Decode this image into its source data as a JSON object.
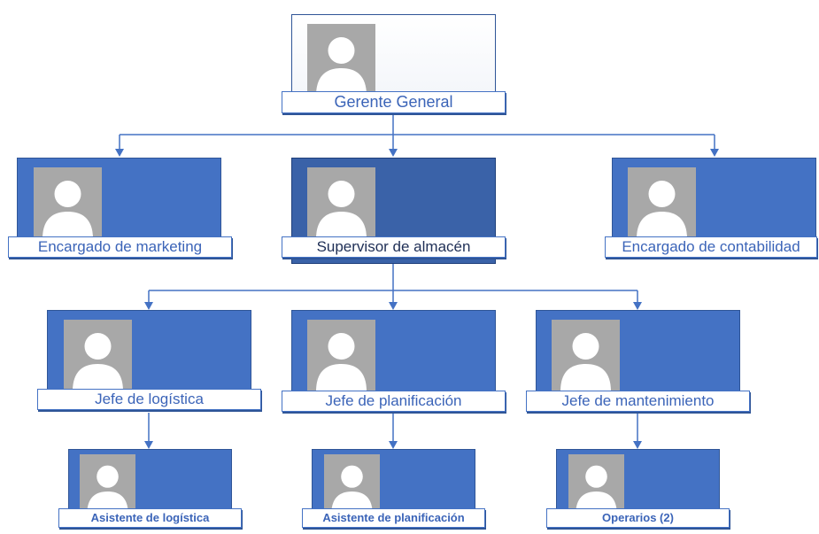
{
  "org_chart": {
    "root": {
      "title": "Gerente General"
    },
    "level1": [
      {
        "title": "Encargado de marketing"
      },
      {
        "title": "Supervisor de almacén"
      },
      {
        "title": "Encargado de contabilidad"
      }
    ],
    "level2": [
      {
        "title": "Jefe de logística"
      },
      {
        "title": "Jefe de planificación"
      },
      {
        "title": "Jefe de mantenimiento"
      }
    ],
    "level3": [
      {
        "title": "Asistente de logística"
      },
      {
        "title": "Asistente de planificación"
      },
      {
        "title": "Operarios (2)"
      }
    ]
  },
  "colors": {
    "card": "#4472c4",
    "card_selected": "#3a62a8",
    "connector": "#4472c4",
    "label_text": "#3b64b8"
  },
  "icons": {
    "placeholder": "person-placeholder-icon"
  }
}
